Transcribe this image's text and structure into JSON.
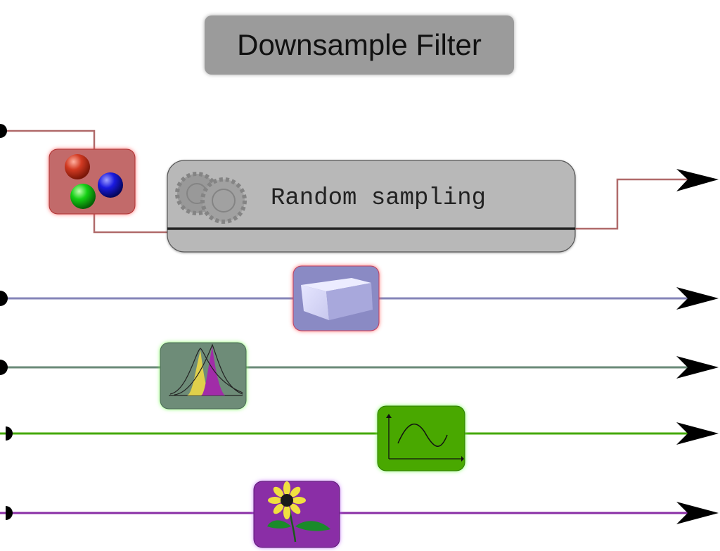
{
  "title": "Downsample Filter",
  "process": {
    "label": "Random sampling",
    "icon": "gears-icon"
  },
  "channels": [
    {
      "name": "color",
      "icon": "color-balls-icon",
      "color": "#b06a6a"
    },
    {
      "name": "box",
      "icon": "box-3d-icon",
      "color": "#8585b8"
    },
    {
      "name": "distribution",
      "icon": "distribution-curves-icon",
      "color": "#6a8a78"
    },
    {
      "name": "signal",
      "icon": "sine-wave-icon",
      "color": "#44a800"
    },
    {
      "name": "flower",
      "icon": "sunflower-icon",
      "color": "#8a2ea6"
    }
  ]
}
